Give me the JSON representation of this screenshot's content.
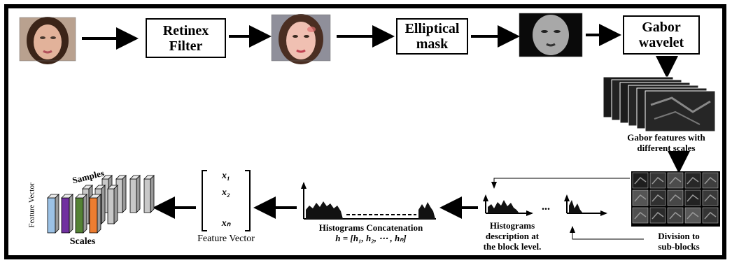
{
  "pipeline": {
    "retinex": {
      "line1": "Retinex",
      "line2": "Filter"
    },
    "elliptical": {
      "line1": "Elliptical",
      "line2": "mask"
    },
    "gabor": {
      "line1": "Gabor",
      "line2": "wavelet"
    }
  },
  "labels": {
    "gabor_features": {
      "line1": "Gabor features with",
      "line2": "different scales"
    },
    "division": {
      "line1": "Division to",
      "line2": "sub-blocks"
    },
    "histograms_desc": {
      "line1": "Histograms",
      "line2": "description at",
      "line3": "the block level."
    },
    "histograms_concat": {
      "line1": "Histograms Concatenation",
      "formula": "h = [h₁, h₂, ⋯ , hₙ]"
    },
    "feature_vector": "Feature Vector",
    "vector_entries": [
      "x₁",
      "x₂",
      "xₙ"
    ],
    "samples": "Samples",
    "feature_vector_axis": "Feature Vector",
    "scales": "Scales",
    "dots": "..."
  },
  "colors": {
    "line": "#000000",
    "skin": "#d9a58a",
    "hair": "#3b2418",
    "bar_blue": "#9cc2e6",
    "bar_purple": "#7030a0",
    "bar_green": "#548235",
    "bar_orange": "#ed7d31",
    "bar_gray": "#c8c8c8"
  }
}
